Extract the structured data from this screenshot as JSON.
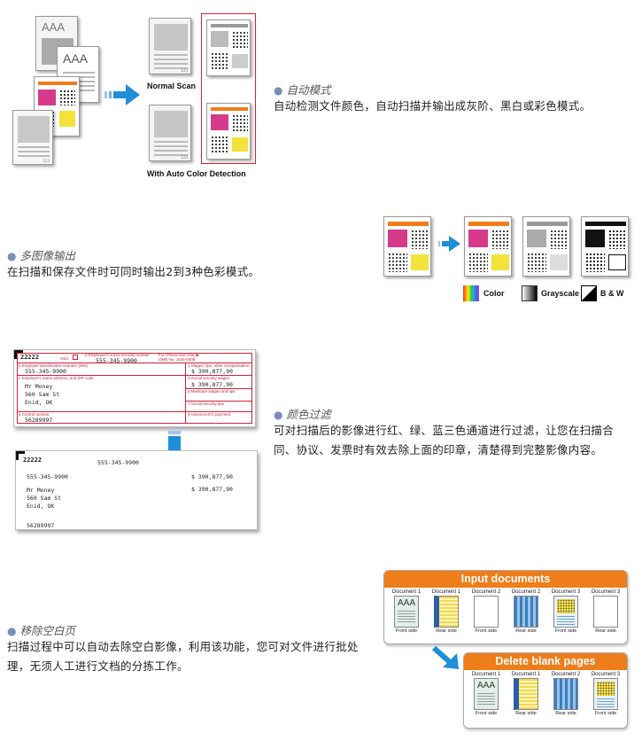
{
  "section1": {
    "doc_text_1": "AAA",
    "doc_text_2": "AAA",
    "page_num": "123",
    "normal_scan_label": "Normal Scan",
    "auto_color_label": "With Auto Color Detection",
    "title": "自动模式",
    "description": "自动检测文件颜色，自动扫描并输出成灰阶、黑白或彩色模式。"
  },
  "section2": {
    "title": "多图像输出",
    "description": "在扫描和保存文件时可同时输出2到3种色彩模式。",
    "legend_color": "Color",
    "legend_grayscale": "Grayscale",
    "legend_bw": "B & W"
  },
  "section3": {
    "title": "颜色过滤",
    "description": "可对扫描后的影像进行红、绿、蓝三色通道进行过滤，让您在扫描合同、协议、发票时有效去除上面的印章，清楚得到完整影像内容。",
    "form": {
      "form_number": "22222",
      "void_label": "Void",
      "ssn_label": "a Employee's social security number",
      "ssn": "555-345-9900",
      "official_use": "For Official Use Only ▶",
      "omb": "OMB No. 1545-0008",
      "ein_label": "b Employer identification Number (EIN)",
      "ein": "555-345-9900",
      "wages_label": "1 Wages, tips, other compensation",
      "wages": "$ 390,877,90",
      "employer_label": "c Employer's name address, and ZIP code",
      "ss_wages_label": "3 Social security wages",
      "ss_wages": "$ 390,877,90",
      "name": "Mr Money",
      "street": "560 Sam St",
      "city": "Enid, OK",
      "medicare_label": "5 Medicare wages and tips",
      "ss_tips_label": "7 Social security tips",
      "control_label": "d Control number",
      "control": "56289997",
      "eic_label": "9 Advance EIC payment"
    }
  },
  "section4": {
    "title": "移除空白页",
    "description": "扫描过程中可以自动去除空白影像，利用该功能，您可对文件进行批处理，无须人工进行文档的分拣工作。",
    "input_title": "Input documents",
    "output_title": "Delete blank pages",
    "input_docs": [
      {
        "head": "Document 1",
        "foot": "Front side"
      },
      {
        "head": "Document 1",
        "foot": "Rear side"
      },
      {
        "head": "Document 2",
        "foot": "Front side"
      },
      {
        "head": "Document 2",
        "foot": "Rear side"
      },
      {
        "head": "Document 3",
        "foot": "Front side"
      },
      {
        "head": "Document 3",
        "foot": "Rear side"
      }
    ],
    "output_docs": [
      {
        "head": "Document 1",
        "foot": "Front side"
      },
      {
        "head": "Document 1",
        "foot": "Rear side"
      },
      {
        "head": "Document 2",
        "foot": "Rear side"
      },
      {
        "head": "Document 3",
        "foot": "Front side"
      }
    ],
    "doc_text": "AAA"
  },
  "colors": {
    "accent_blue": "#1e8fd8",
    "form_red": "#d0213a",
    "orange_header": "#ef7d1a",
    "magenta": "#d63a8a"
  }
}
